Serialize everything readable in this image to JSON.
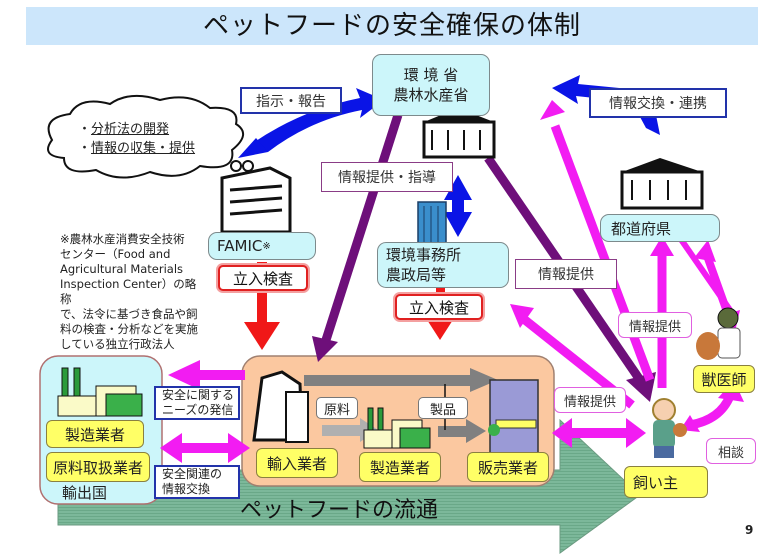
{
  "title": "ペットフードの安全確保の体制",
  "ministry": {
    "line1": "環 境 省",
    "line2": "農林水産省"
  },
  "famic": {
    "label": "FAMIC",
    "mark": "※"
  },
  "regional_office": {
    "line1": "環境事務所",
    "line2": "農政局等"
  },
  "prefecture": "都道府県",
  "cloud": {
    "items": [
      "分析法の開発",
      "情報の収集・提供"
    ],
    "bullet": "・"
  },
  "note": {
    "lines": [
      "※農林水産消費安全技術",
      "センター（Food and",
      "Agricultural Materials",
      "Inspection Center）の略称",
      "で、法令に基づき食品や飼",
      "料の検査・分析などを実施",
      "している独立行政法人"
    ]
  },
  "labels": {
    "instruction_report": "指示・報告",
    "info_exchange_cooperation": "情報交換・連携",
    "info_provide_guidance": "情報提供・指導",
    "info_provide_1": "情報提供",
    "info_provide_2": "情報提供",
    "info_provide_3": "情報提供",
    "inspection_1": "立入検査",
    "inspection_2": "立入検査",
    "consultation": "相談",
    "safety_needs": [
      "安全に関する",
      "ニーズの発信"
    ],
    "safety_exchange": [
      "安全関連の",
      "情報交換"
    ],
    "raw_material": "原料",
    "product": "製品"
  },
  "exporting_country": {
    "label": "輸出国",
    "actors": [
      "製造業者",
      "原料取扱業者"
    ]
  },
  "domestic_chain": {
    "actors": [
      "輸入業者",
      "製造業者",
      "販売業者"
    ]
  },
  "owner": "飼い主",
  "vet": "獣医師",
  "flow_label": "ペットフードの流通",
  "page_number": "9",
  "colors": {
    "title_bg": "#cce6fb",
    "cyan_box": "#ccf6fa",
    "yellow_box": "#ffff66",
    "blue_arrow": "#0a14e6",
    "magenta_arrow": "#f21cf2",
    "purple_arrow": "#6e0f7a",
    "red_arrow": "#f01818",
    "flow_green": "#78b496",
    "chain_bg": "#fbc8a0"
  }
}
